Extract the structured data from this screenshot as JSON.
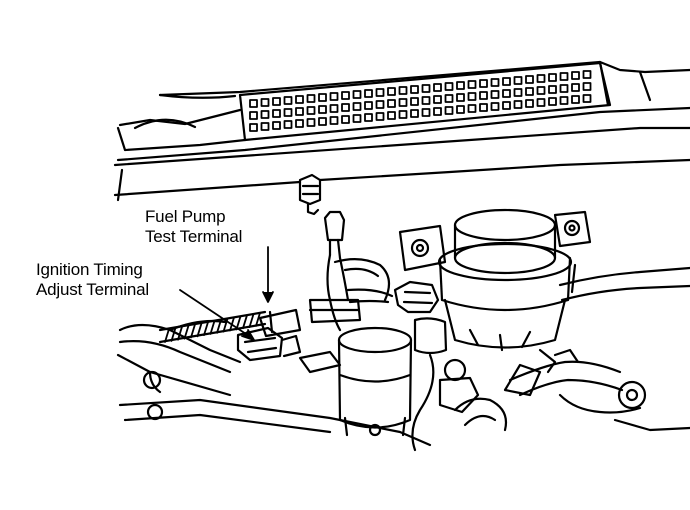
{
  "callouts": {
    "fuel_pump": {
      "line1": "Fuel Pump",
      "line2": "Test Terminal"
    },
    "ignition_timing": {
      "line1": "Ignition Timing",
      "line2": "Adjust Terminal"
    }
  },
  "colors": {
    "ink": "#000000",
    "paper": "#ffffff"
  }
}
